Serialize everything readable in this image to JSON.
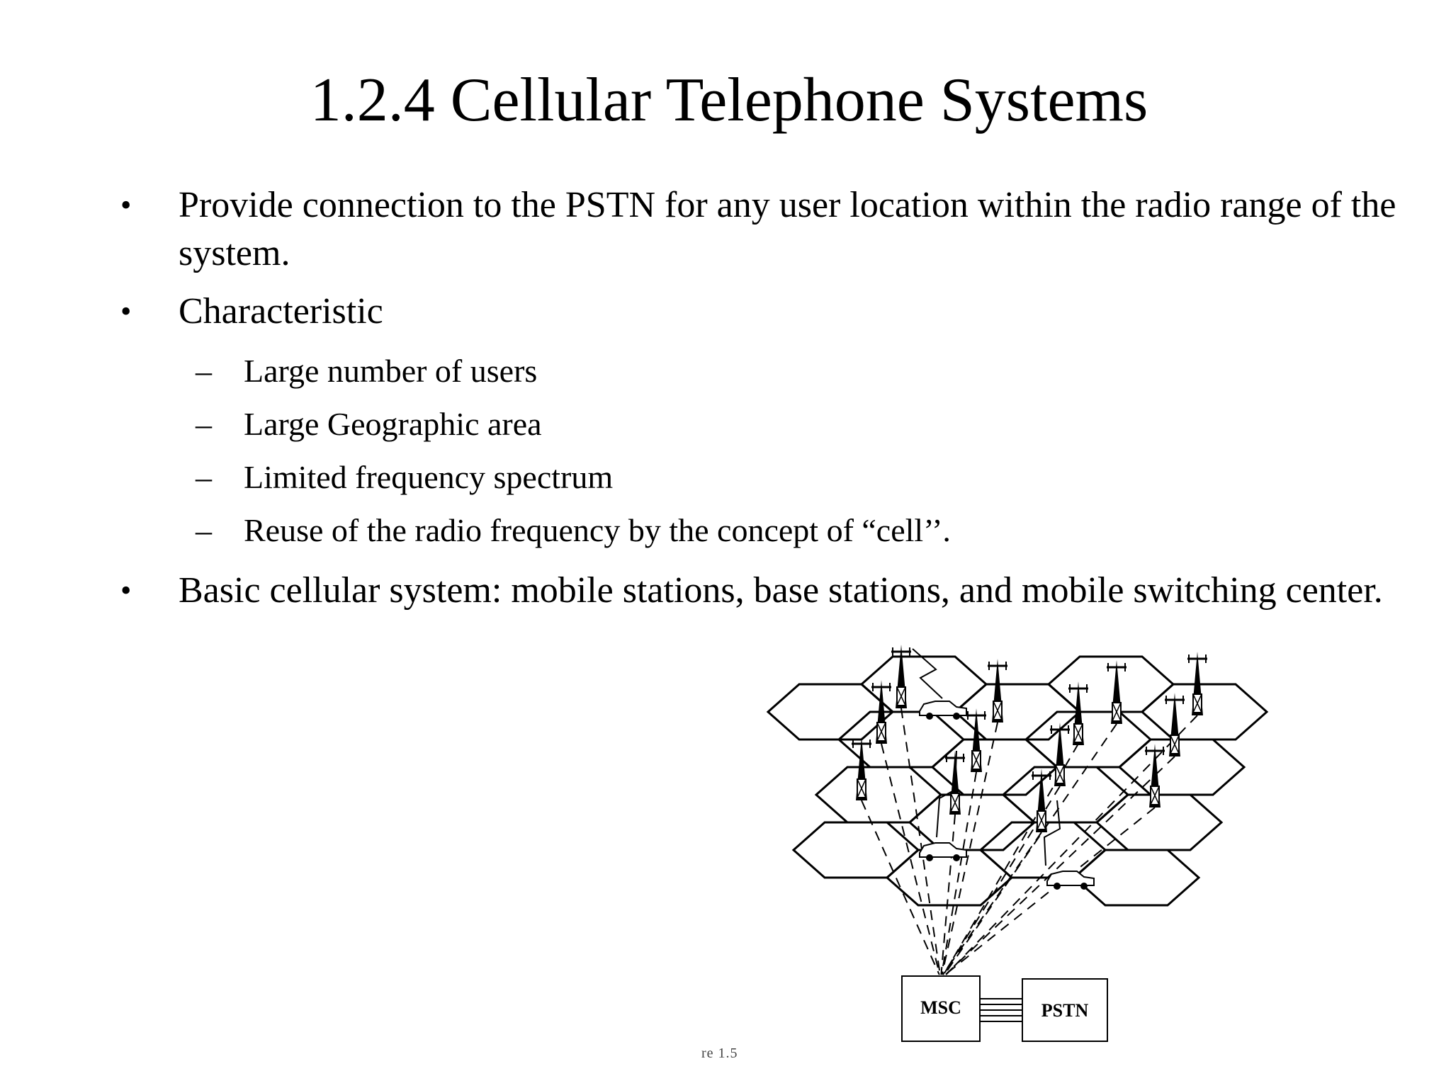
{
  "slide": {
    "title": "1.2.4 Cellular Telephone Systems",
    "bullets": [
      {
        "marker": "•",
        "text": "Provide connection to the PSTN for any user location within the radio range of the system."
      },
      {
        "marker": "•",
        "text": "Characteristic",
        "sub_items": [
          {
            "marker": "–",
            "text": "Large number of users"
          },
          {
            "marker": "–",
            "text": "Large Geographic area"
          },
          {
            "marker": "–",
            "text": "Limited frequency spectrum"
          },
          {
            "marker": "–",
            "text": "Reuse of the radio frequency by the concept of  “cell’’."
          }
        ]
      },
      {
        "marker": "•",
        "text": "Basic cellular system: mobile stations, base stations, and mobile switching center."
      }
    ]
  },
  "diagram": {
    "msc_label": "MSC",
    "pstn_label": "PSTN",
    "caption_fragment": "re 1.5"
  }
}
